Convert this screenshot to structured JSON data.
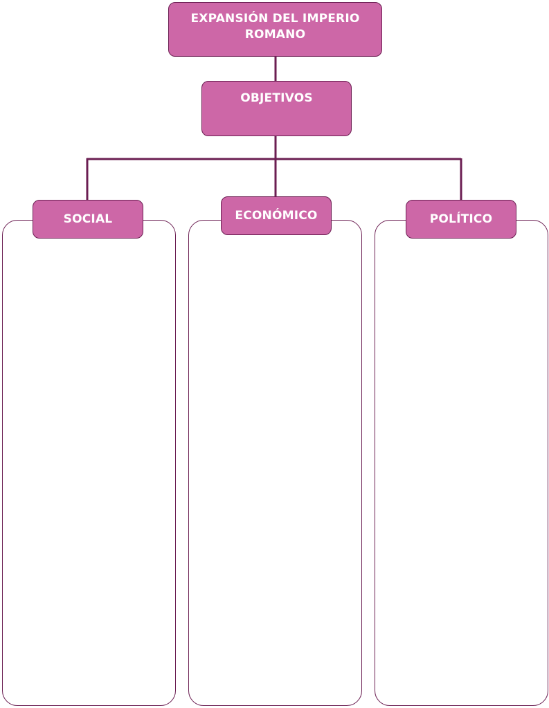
{
  "diagram": {
    "title": "EXPANSIÓN DEL IMPERIO ROMANO",
    "subtitle_node": "OBJETIVOS",
    "categories": [
      {
        "label": "SOCIAL"
      },
      {
        "label": "ECONÓMICO"
      },
      {
        "label": "POLÍTICO"
      }
    ]
  },
  "colors": {
    "box_fill": "#cd67a7",
    "border": "#6b1e52",
    "text": "#ffffff"
  }
}
